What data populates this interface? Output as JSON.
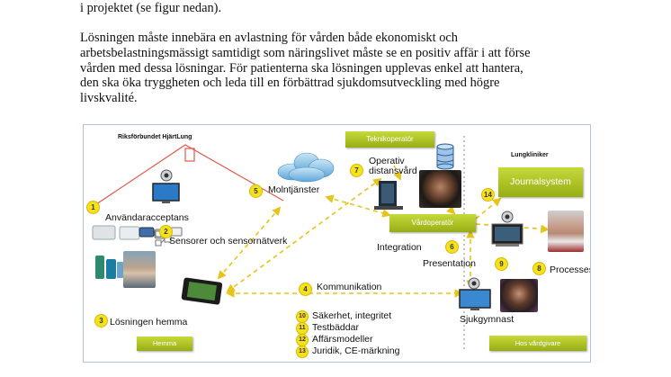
{
  "document": {
    "line_top": "i projektet (se figur nedan).",
    "paragraph_lines": [
      "Lösningen måste innebära en avlastning för vården både ekonomiskt och",
      "arbetsbelastningsmässigt samtidigt som näringslivet måste se en positiv affär i att förse",
      "vården med dessa lösningar. För patienterna ska lösningen upplevas enkel att hantera,",
      "den ska öka tryggheten och leda till en förbättrad sjukdomsutveckling med högre",
      "livskvalité."
    ]
  },
  "figure": {
    "riksforbundet": "Riksförbundet HjärtLung",
    "anvandaracceptans": "Användaracceptans",
    "sensorer": "Sensorer och sensornätverk",
    "losningen_hemma": "Lösningen hemma",
    "hemma_box": "Hemma",
    "molntjanster": "Molntjänster",
    "teknikoperator": "Teknikoperatör",
    "operativ_line1": "Operativ",
    "operativ_line2": "distansvård",
    "vardoperator": "Vårdoperatör",
    "integration": "Integration",
    "presentation": "Presentation",
    "kommunikation": "Kommunikation",
    "lungkliniker": "Lungkliniker",
    "journalsystem": "Journalsystem",
    "processes": "Processes",
    "sjukgymnast": "Sjukgymnast",
    "hos_vardgivare": "Hos vårdgivare",
    "list_items": [
      {
        "num": "10",
        "label": "Säkerhet, integritet"
      },
      {
        "num": "11",
        "label": "Testbäddar"
      },
      {
        "num": "12",
        "label": "Affärsmodeller"
      },
      {
        "num": "13",
        "label": "Juridik, CE-märkning"
      }
    ],
    "badges": {
      "b1": "1",
      "b2": "2",
      "b3": "3",
      "b4": "4",
      "b5": "5",
      "b6": "6",
      "b7": "7",
      "b8": "8",
      "b9": "9",
      "b14": "14"
    },
    "colors": {
      "accent_green": "#a8bf1f",
      "badge_yellow": "#f5e21b",
      "arrow_yellow": "#e6c41a",
      "house_red": "#e05a4a"
    }
  }
}
